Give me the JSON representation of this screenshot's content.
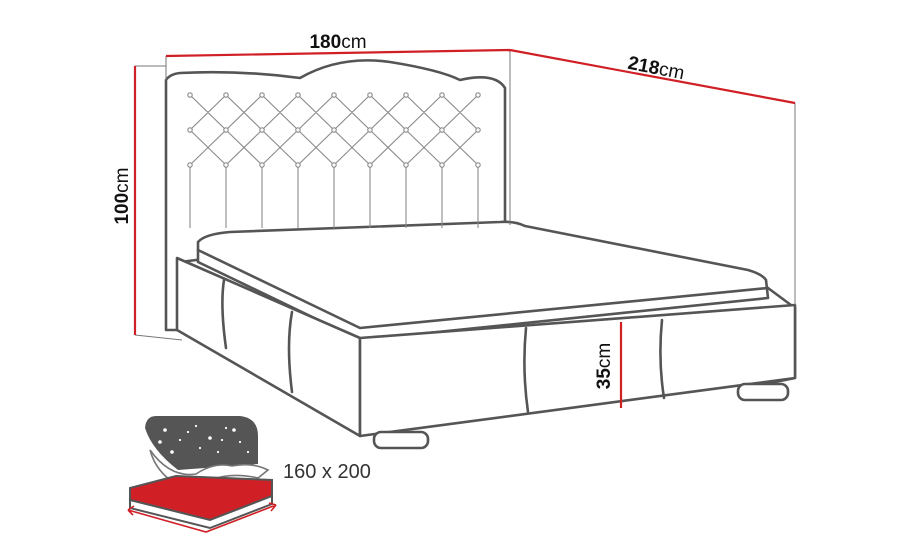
{
  "dimensions": {
    "width": {
      "value": "180",
      "unit": "cm"
    },
    "length": {
      "value": "218",
      "unit": "cm"
    },
    "height": {
      "value": "100",
      "unit": "cm"
    },
    "frame_height": {
      "value": "35",
      "unit": "cm"
    }
  },
  "mattress_size": "160 x 200",
  "colors": {
    "dimension_line": "#d11f26",
    "outline": "#555555",
    "storage_fill": "#d11f26",
    "storage_lid": "#555555"
  }
}
